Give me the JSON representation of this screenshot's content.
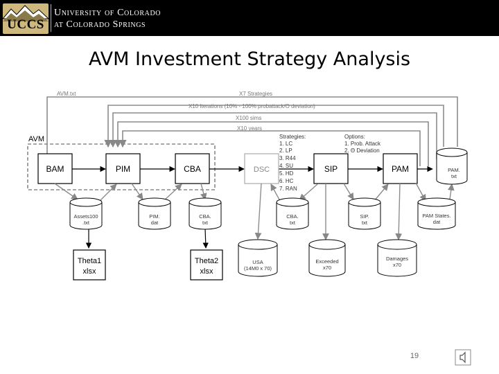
{
  "header": {
    "logo_letters": "UCCS",
    "line1": "University of Colorado",
    "line2": "at Colorado Springs"
  },
  "title": "AVM Investment Strategy Analysis",
  "loops": {
    "avm_txt": "AVM.txt",
    "x7": "X7 Strategies",
    "x10_iter": "X10 Iterations (10% - 100% probattack/O deviation)",
    "x100": "X100 sims",
    "x10_years": "X10 years"
  },
  "group_label": "AVM",
  "processes": {
    "bam": "BAM",
    "pim": "PIM",
    "cba": "CBA",
    "dsc": "DSC",
    "sip": "SIP",
    "pam": "PAM"
  },
  "strategies": {
    "heading": "Strategies:",
    "items": [
      "1.   LC",
      "2.   LP",
      "3.   R44",
      "4.   SU",
      "5.   HD",
      "6.   HC",
      "7.   RAN"
    ]
  },
  "options": {
    "heading": "Options:",
    "items": [
      "1.   Prob. Attack",
      "2.   Θ Deviation"
    ]
  },
  "stores": {
    "assets": [
      "Assets100",
      ".txt"
    ],
    "pim_dat": [
      "PIM.",
      "dat"
    ],
    "cba_top": [
      "CBA.",
      "txt"
    ],
    "cba_right": [
      "CBA.",
      "txt"
    ],
    "sip_txt": [
      "SIP.",
      "txt"
    ],
    "pam_states": [
      "PAM States.",
      "dat"
    ],
    "pam_txt": [
      "PAM.",
      "txt"
    ],
    "usa": [
      "USA",
      "(14M0 x 70)"
    ],
    "exceeded": [
      "Exceeded",
      "x70"
    ],
    "damages": [
      "Damages",
      "x70"
    ]
  },
  "outputs": {
    "theta1": [
      "Theta1",
      "xlsx"
    ],
    "theta2": [
      "Theta2",
      "xlsx"
    ]
  },
  "page_number": "19",
  "icons": {
    "speaker": "speaker-icon"
  }
}
